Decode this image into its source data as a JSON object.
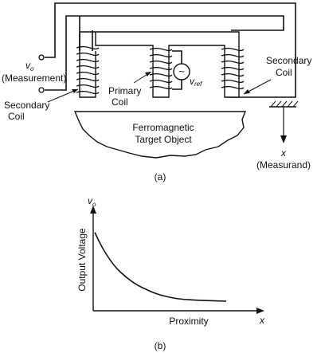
{
  "part_a": {
    "output_symbol": "v",
    "output_subscript": "o",
    "output_desc": "(Measurement)",
    "left_coil_label": [
      "Secondary",
      "Coil"
    ],
    "primary_coil_label": [
      "Primary",
      "Coil"
    ],
    "ref_symbol": "v",
    "ref_subscript": "ref",
    "source_glyph": "~",
    "right_coil_label": [
      "Secondary",
      "Coil"
    ],
    "target_label": [
      "Ferromagnetic",
      "Target Object"
    ],
    "measurand_symbol": "x",
    "measurand_desc": "(Measurand)",
    "caption": "(a)"
  },
  "part_b": {
    "chart_data": {
      "type": "line",
      "ylabel": "Output Voltage",
      "xlabel": "Proximity",
      "y_axis_symbol": "v",
      "y_axis_subscript": "o",
      "x_axis_symbol": "x",
      "grid": false,
      "ticks": false,
      "series": [
        {
          "points": [
            [
              0.0,
              0.82
            ],
            [
              0.05,
              0.66
            ],
            [
              0.1,
              0.54
            ],
            [
              0.15,
              0.44
            ],
            [
              0.2,
              0.37
            ],
            [
              0.25,
              0.31
            ],
            [
              0.3,
              0.26
            ],
            [
              0.35,
              0.225
            ],
            [
              0.4,
              0.19
            ],
            [
              0.45,
              0.165
            ],
            [
              0.5,
              0.145
            ],
            [
              0.55,
              0.13
            ],
            [
              0.6,
              0.12
            ],
            [
              0.7,
              0.11
            ],
            [
              0.8,
              0.105
            ],
            [
              0.9,
              0.1
            ]
          ]
        }
      ]
    },
    "caption": "(b)"
  }
}
